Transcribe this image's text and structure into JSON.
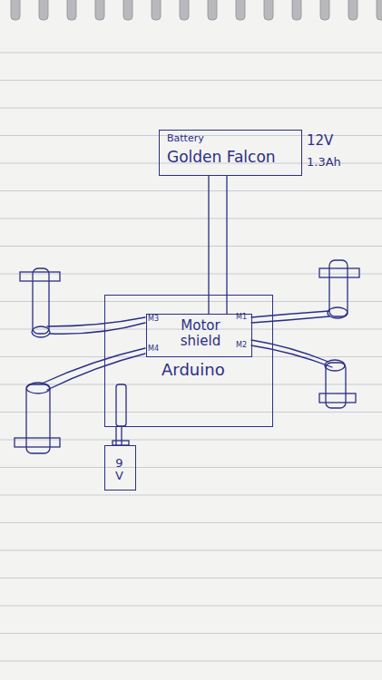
{
  "diagram": {
    "nodes": [
      {
        "text": [
          "Battery",
          "Golden Falcon"
        ]
      },
      {
        "text": [
          "Arduino"
        ]
      },
      {
        "text": [
          "Motor shield"
        ],
        "in": 1
      },
      {
        "text": [
          "9 V"
        ]
      }
    ],
    "edges": [
      {
        "from": 0,
        "to": 2,
        "arrow": "none"
      },
      {
        "from": 3,
        "to": 1,
        "arrow": "none"
      }
    ],
    "labels": [
      "12V",
      "1.3Ah",
      "M3",
      "M1",
      "M4",
      "M2"
    ]
  }
}
